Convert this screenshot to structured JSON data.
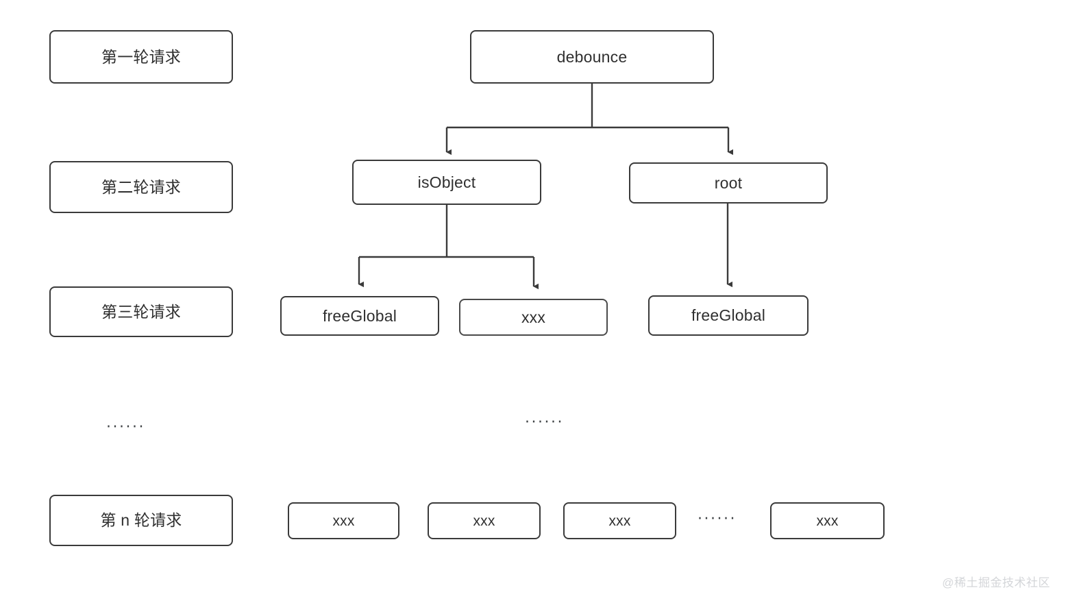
{
  "diagram": {
    "title": "debounce dependency request rounds",
    "background_color": "#ffffff",
    "node_border_color": "#3a3a3a",
    "node_text_color": "#2f2f2f",
    "edge_color": "#3a3a3a",
    "watermark_color": "#d4d6d9"
  },
  "round_labels": [
    {
      "text": "第一轮请求"
    },
    {
      "text": "第二轮请求"
    },
    {
      "text": "第三轮请求"
    },
    {
      "text": "第 n 轮请求"
    }
  ],
  "nodes": {
    "root_module": {
      "text": "debounce"
    },
    "level2": [
      {
        "text": "isObject"
      },
      {
        "text": "root"
      }
    ],
    "level3": [
      {
        "text": "freeGlobal"
      },
      {
        "text": "xxx"
      },
      {
        "text": "freeGlobal"
      }
    ],
    "level_n": [
      {
        "text": "xxx"
      },
      {
        "text": "xxx"
      },
      {
        "text": "xxx"
      },
      {
        "text": "xxx"
      }
    ]
  },
  "ellipses": {
    "left_label_column": "······",
    "middle_tree": "······",
    "bottom_row": "······"
  },
  "watermark": {
    "text": "@稀土掘金技术社区"
  }
}
